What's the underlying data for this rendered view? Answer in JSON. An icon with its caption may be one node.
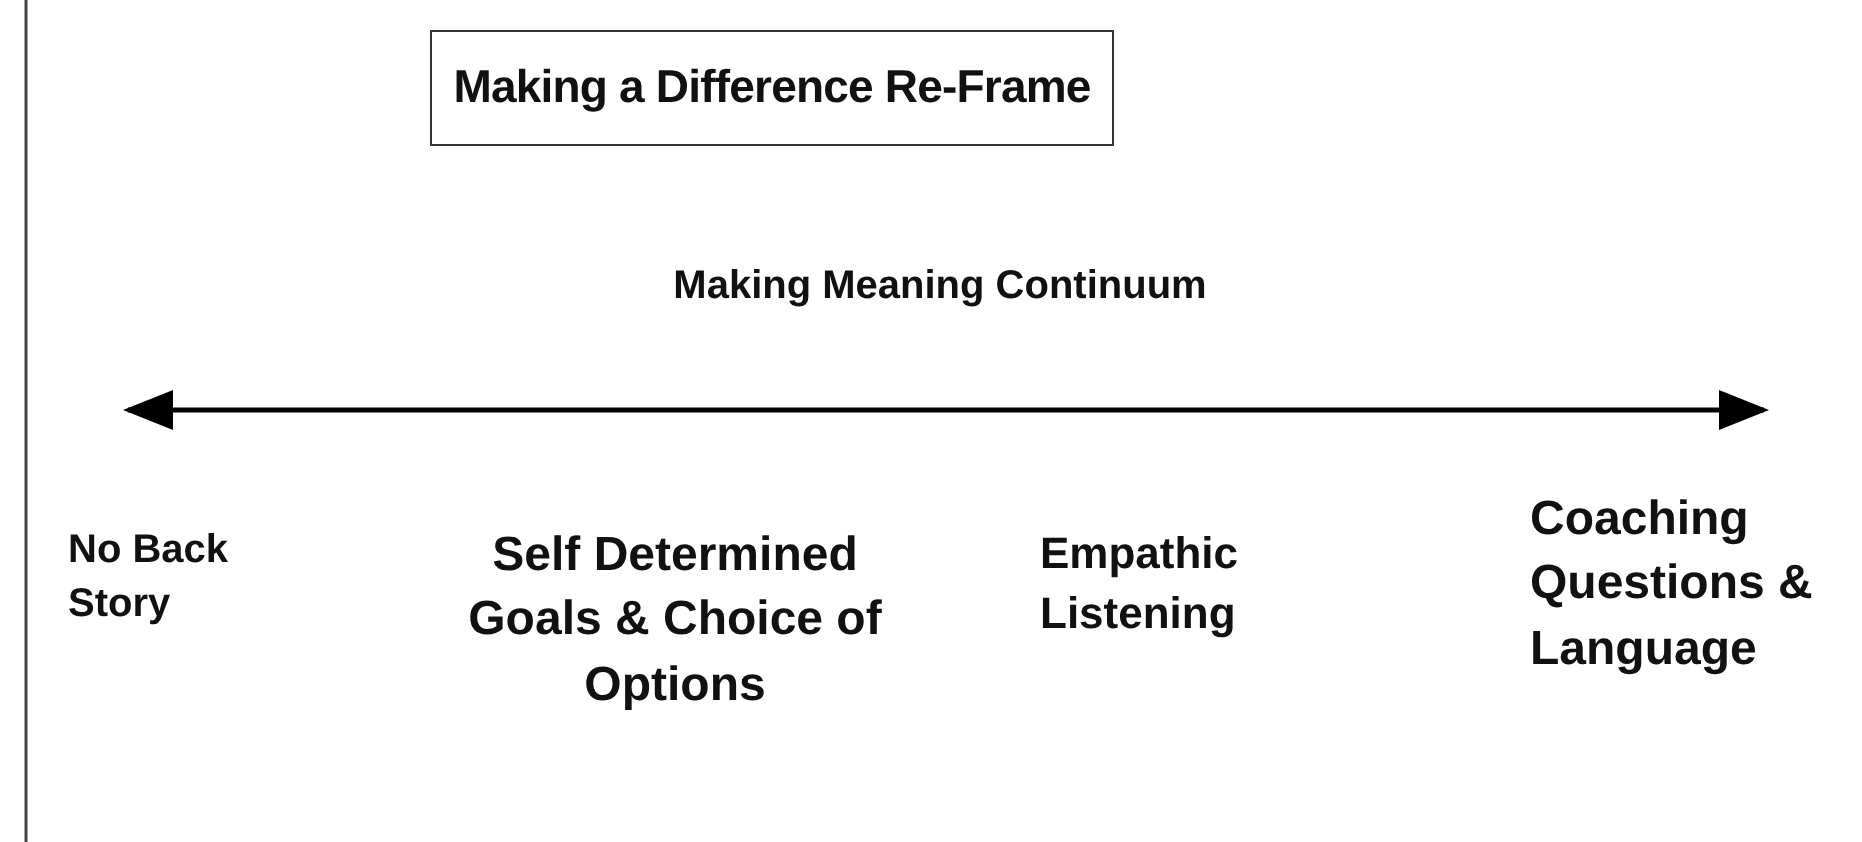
{
  "diagram": {
    "title": "Making a Difference Re-Frame",
    "labels": [
      "Making Meaning Continuum",
      "No Back Story",
      "Self Determined Goals & Choice of Options",
      "Empathic Listening",
      "Coaching Questions & Language"
    ]
  }
}
